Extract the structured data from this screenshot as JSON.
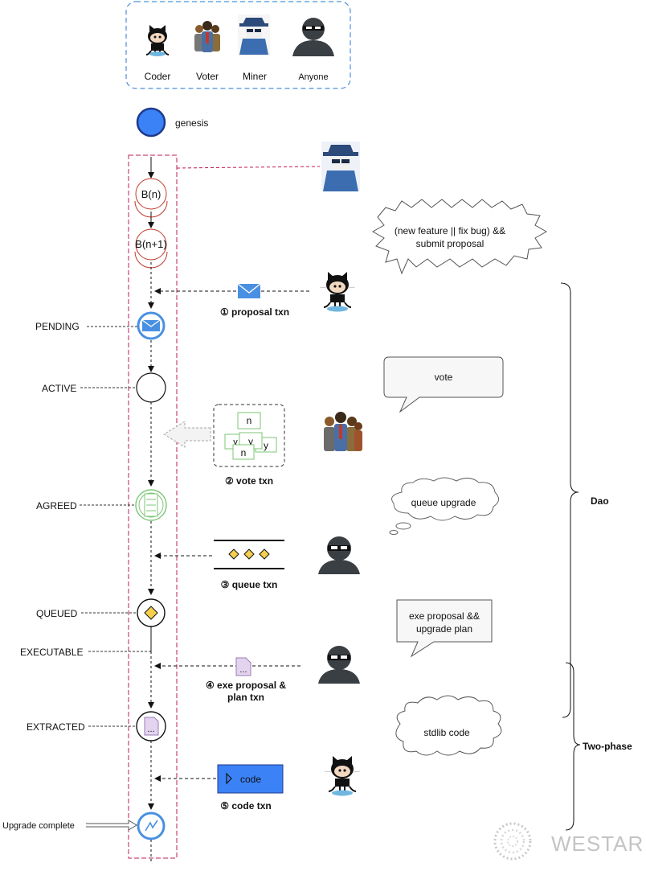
{
  "roles": [
    {
      "label": "Coder",
      "icon": "octocat-icon"
    },
    {
      "label": "Voter",
      "icon": "voters-icon"
    },
    {
      "label": "Miner",
      "icon": "miner-icon"
    },
    {
      "label": "Anyone",
      "icon": "masked-person-icon"
    }
  ],
  "genesis": "genesis",
  "blocks": {
    "b1": "B(n)",
    "b2": "B(n+1)"
  },
  "states": {
    "pending": "PENDING",
    "active": "ACTIVE",
    "agreed": "AGREED",
    "queued": "QUEUED",
    "executable": "EXECUTABLE",
    "extracted": "EXTRACTED",
    "upgrade_complete": "Upgrade complete"
  },
  "transactions": {
    "t1": "① proposal txn",
    "t2": "② vote txn",
    "t3": "③ queue txn",
    "t4_line1": "④ exe proposal &",
    "t4_line2": "plan txn",
    "t5": "⑤ code txn",
    "code_button": "code",
    "doc_glyph": "...",
    "vote_letters": {
      "n1": "n",
      "y1": "y",
      "n2": "n",
      "y2": "y",
      "m": "y"
    }
  },
  "bubbles": {
    "proposal_line1": "(new feature || fix bug) &&",
    "proposal_line2": "submit proposal",
    "vote": "vote",
    "queue_upgrade": "queue upgrade",
    "exe_line1": "exe proposal &&",
    "exe_line2": "upgrade plan",
    "stdlib": "stdlib code"
  },
  "phases": {
    "dao": "Dao",
    "two_phase": "Two-phase"
  },
  "brand": "WESTAR",
  "colors": {
    "blue": "#3b82f6",
    "pink_dash": "#c2185b",
    "green": "#7cc576",
    "role_box_dash": "#4a90d9"
  }
}
